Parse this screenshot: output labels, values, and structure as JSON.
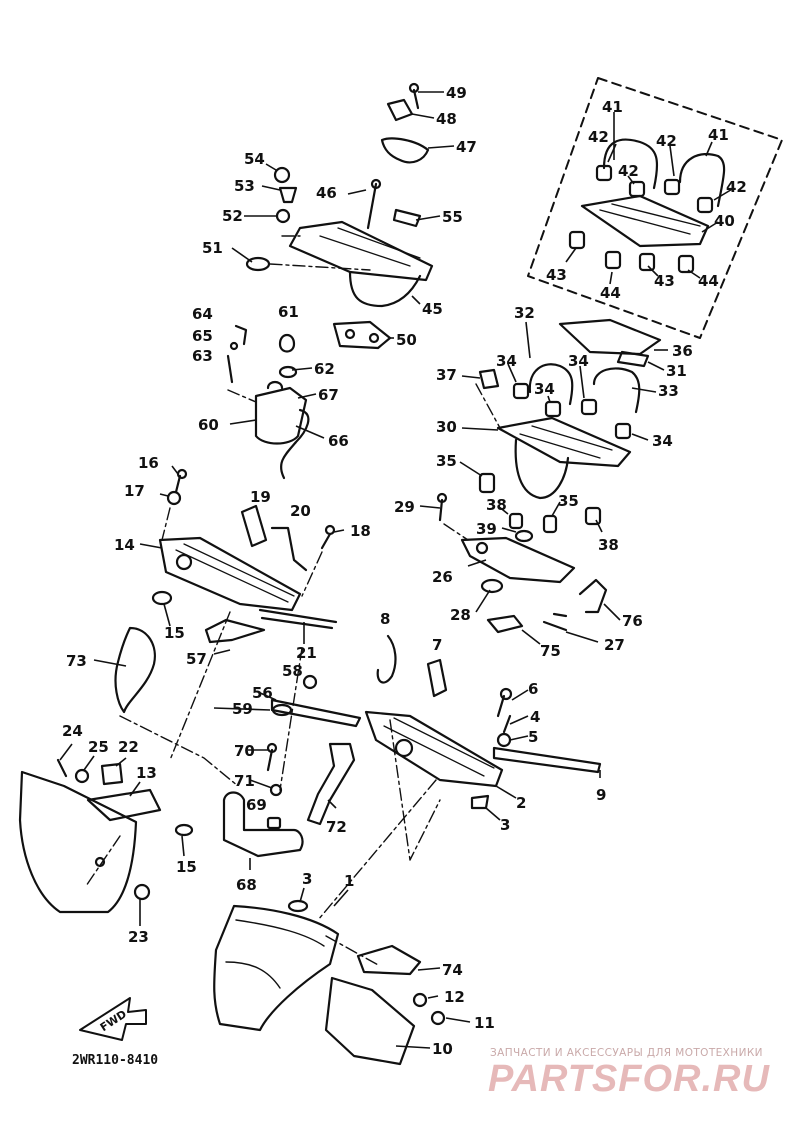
{
  "diagram": {
    "drawing_code": "2WR110-8410",
    "direction_label": "FWD",
    "part_labels": [
      "1",
      "2",
      "3",
      "4",
      "5",
      "6",
      "7",
      "8",
      "9",
      "10",
      "11",
      "12",
      "13",
      "14",
      "15",
      "16",
      "17",
      "18",
      "19",
      "20",
      "21",
      "22",
      "23",
      "24",
      "25",
      "26",
      "27",
      "28",
      "29",
      "30",
      "31",
      "32",
      "33",
      "34",
      "35",
      "36",
      "37",
      "38",
      "39",
      "40",
      "41",
      "42",
      "43",
      "44",
      "45",
      "46",
      "47",
      "48",
      "49",
      "50",
      "51",
      "52",
      "53",
      "54",
      "55",
      "56",
      "57",
      "58",
      "59",
      "60",
      "61",
      "62",
      "63",
      "64",
      "65",
      "66",
      "67",
      "68",
      "69",
      "70",
      "71",
      "72",
      "73",
      "74",
      "75",
      "76"
    ]
  },
  "watermark": {
    "tagline": "ЗАПЧАСТИ И АКСЕССУАРЫ ДЛЯ МОТОТЕХНИКИ",
    "logo": "PARTSFOR.RU",
    "color": "#e6b9b9"
  }
}
